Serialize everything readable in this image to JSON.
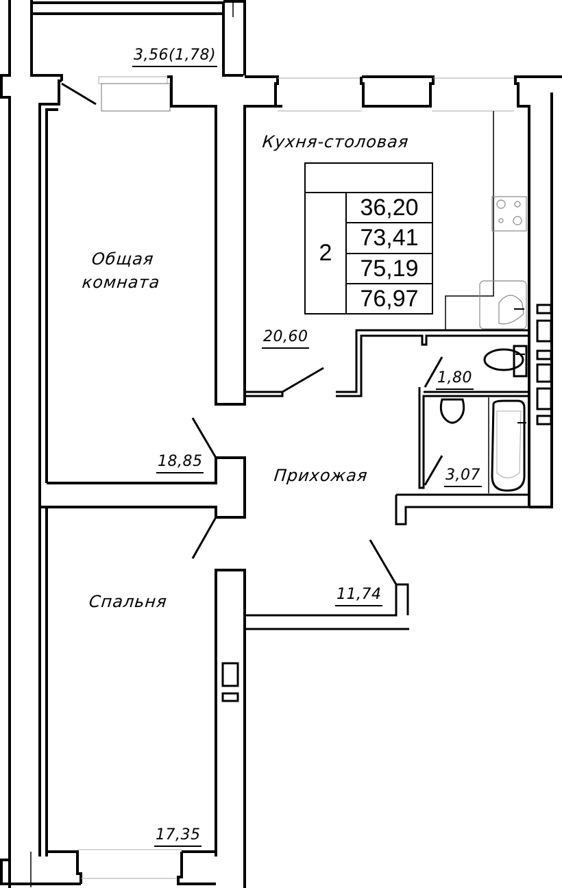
{
  "plan": {
    "rooms": [
      {
        "id": "kitchen",
        "name": "Кухня-столовая",
        "area": "20,60"
      },
      {
        "id": "living",
        "name_line1": "Общая",
        "name_line2": "комната",
        "area": "18,85"
      },
      {
        "id": "bedroom",
        "name": "Спальня",
        "area": "17,35"
      },
      {
        "id": "hall",
        "name": "Прихожая",
        "area": "11,74"
      },
      {
        "id": "wc",
        "area": "1,80"
      },
      {
        "id": "bathroom",
        "area": "3,07"
      },
      {
        "id": "balcony",
        "area": "3,56(1,78)"
      }
    ],
    "summary_table": {
      "header": "",
      "room_count": "2",
      "values": [
        "36,20",
        "73,41",
        "75,19",
        "76,97"
      ]
    }
  },
  "colors": {
    "wall": "#000000",
    "background": "#ffffff",
    "fixture_outline": "#888888"
  }
}
